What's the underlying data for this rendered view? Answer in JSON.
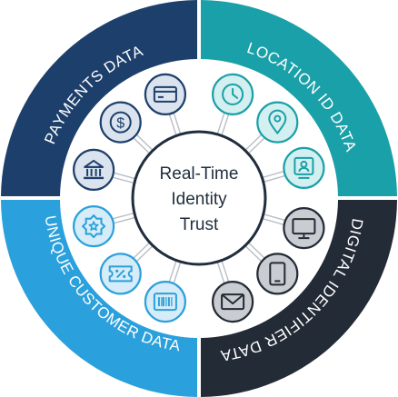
{
  "center": {
    "lines": [
      "Real-Time",
      "Identity",
      "Trust"
    ]
  },
  "quadrants": [
    {
      "label": "PAYMENTS DATA",
      "color": "#1d3f6b",
      "icon_fill": "#dbe3ee",
      "icon_stroke": "#1d3f6b",
      "icons": [
        "bank-icon",
        "dollar-coin-icon",
        "credit-card-icon"
      ]
    },
    {
      "label": "LOCATION ID DATA",
      "color": "#1aa0a8",
      "icon_fill": "#d4eff0",
      "icon_stroke": "#1aa0a8",
      "icons": [
        "clock-icon",
        "map-pin-icon",
        "id-profile-icon"
      ]
    },
    {
      "label": "DIGITAL IDENTIFIER DATA",
      "color": "#232b36",
      "icon_fill": "#c9ccd0",
      "icon_stroke": "#232b36",
      "icons": [
        "monitor-icon",
        "tablet-icon",
        "envelope-icon"
      ]
    },
    {
      "label": "UNIQUE CUSTOMER DATA",
      "color": "#2aa0dc",
      "icon_fill": "#d6ecf8",
      "icon_stroke": "#2aa0dc",
      "icons": [
        "barcode-icon",
        "discount-coupon-icon",
        "badge-star-icon"
      ]
    }
  ]
}
